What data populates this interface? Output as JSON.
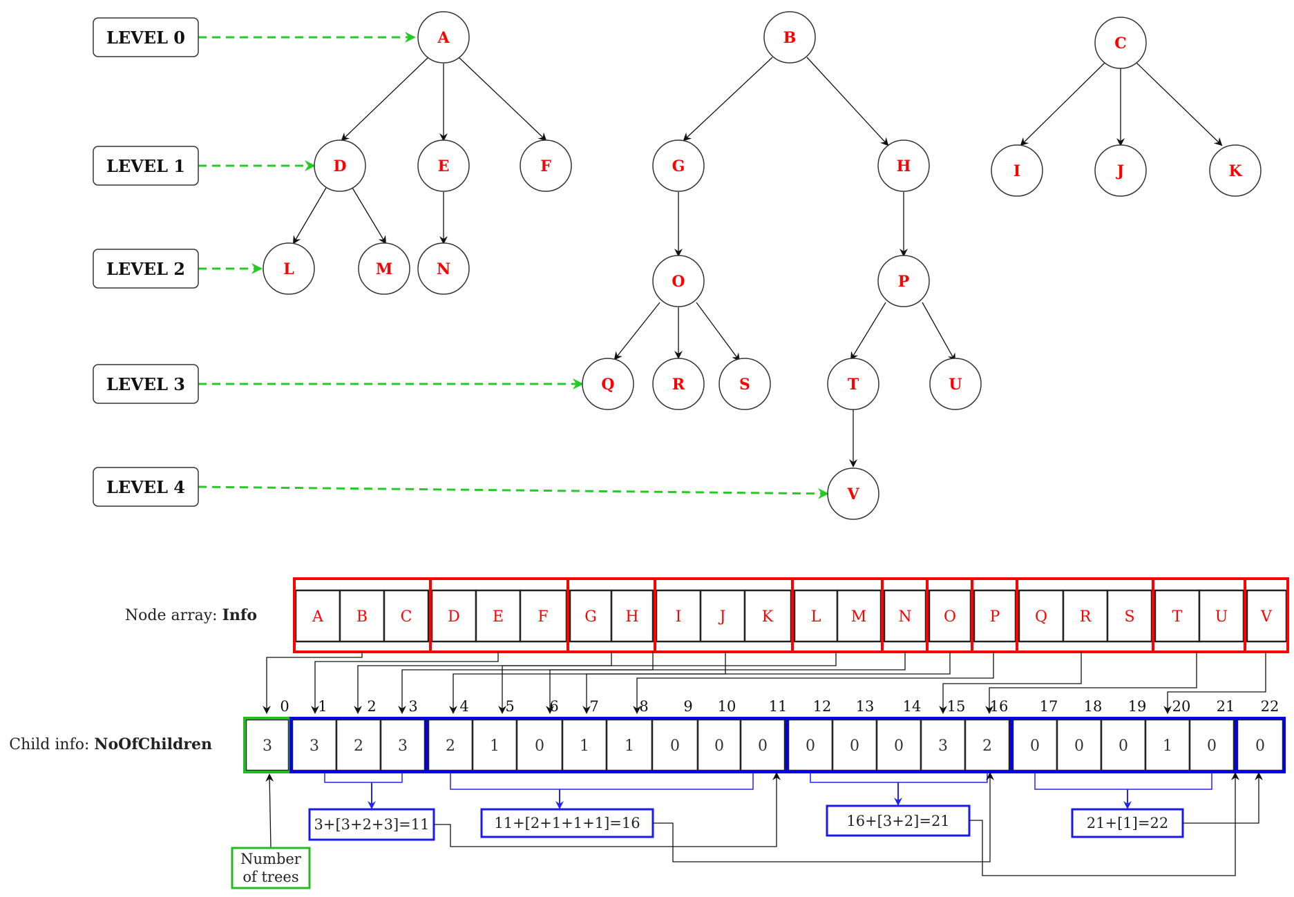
{
  "levels": [
    "LEVEL 0",
    "LEVEL 1",
    "LEVEL 2",
    "LEVEL 3",
    "LEVEL 4"
  ],
  "nodes": [
    "A",
    "B",
    "C",
    "D",
    "E",
    "F",
    "G",
    "H",
    "I",
    "J",
    "K",
    "L",
    "M",
    "N",
    "O",
    "P",
    "Q",
    "R",
    "S",
    "T",
    "U",
    "V"
  ],
  "info_label_prefix": "Node array: ",
  "info_label_bold": "Info",
  "child_label_prefix": "Child info: ",
  "child_label_bold": "NoOfChildren",
  "info_array": [
    "A",
    "B",
    "C",
    "D",
    "E",
    "F",
    "G",
    "H",
    "I",
    "J",
    "K",
    "L",
    "M",
    "N",
    "O",
    "P",
    "Q",
    "R",
    "S",
    "T",
    "U",
    "V"
  ],
  "children_counts": [
    "3",
    "3",
    "2",
    "3",
    "2",
    "1",
    "0",
    "1",
    "1",
    "0",
    "0",
    "0",
    "0",
    "0",
    "0",
    "3",
    "2",
    "0",
    "0",
    "0",
    "1",
    "0",
    "0"
  ],
  "indices": [
    "0",
    "1",
    "2",
    "3",
    "4",
    "5",
    "6",
    "7",
    "8",
    "9",
    "10",
    "11",
    "12",
    "13",
    "14",
    "15",
    "16",
    "17",
    "18",
    "19",
    "20",
    "21",
    "22"
  ],
  "sums": [
    "3+[3+2+3]=11",
    "11+[2+1+1+1]=16",
    "16+[3+2]=21",
    "21+[1]=22"
  ],
  "trees_label": [
    "Number",
    "of trees"
  ],
  "colors": {
    "red": "#ff0000",
    "blue": "#0000ee",
    "green": "#22cc22"
  }
}
